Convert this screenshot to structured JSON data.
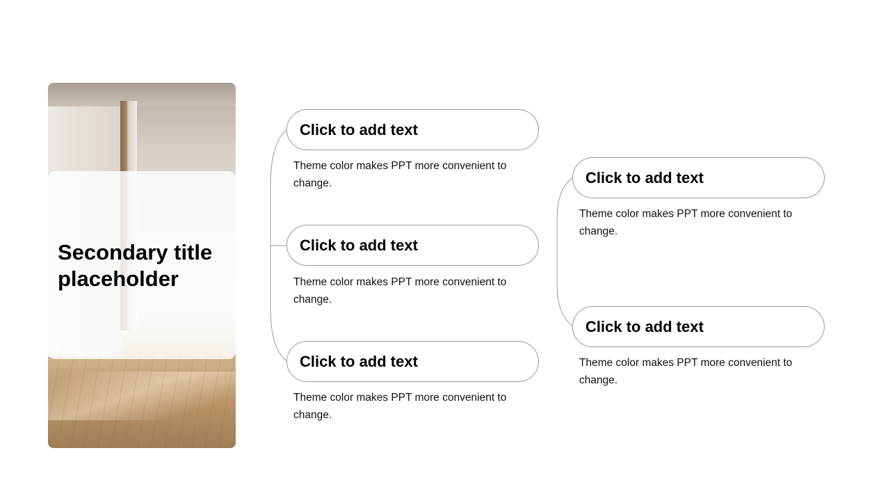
{
  "title": "Secondary title placeholder",
  "left_items": [
    {
      "heading": "Click to add text",
      "body": "Theme color makes PPT more convenient to change."
    },
    {
      "heading": "Click to add text",
      "body": "Theme color makes PPT more convenient to change."
    },
    {
      "heading": "Click to add text",
      "body": "Theme color makes PPT more convenient to change."
    }
  ],
  "right_items": [
    {
      "heading": "Click to add text",
      "body": "Theme color makes PPT more convenient to change."
    },
    {
      "heading": "Click to add text",
      "body": "Theme color makes PPT more convenient to change."
    }
  ],
  "colors": {
    "pill_border": "#9a9a9a",
    "connector": "#9a9a9a",
    "text": "#000000"
  }
}
